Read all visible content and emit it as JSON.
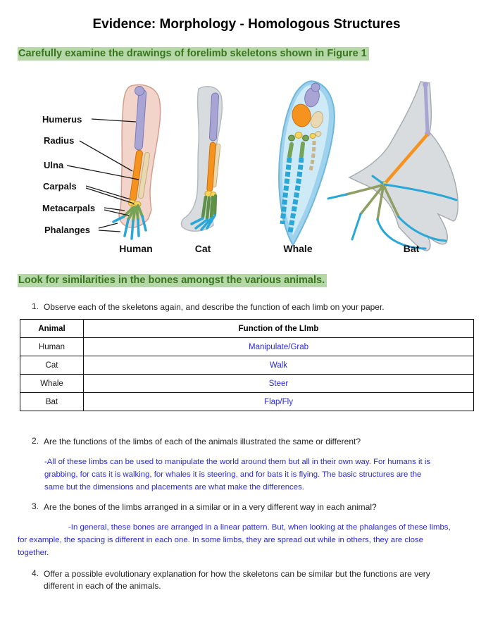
{
  "page": {
    "title": "Evidence: Morphology - Homologous Structures"
  },
  "headings": {
    "figure_instruction": "Carefully examine the drawings of forelimb skeletons shown in Figure 1",
    "similarities_instruction": "Look for similarities in the bones amongst the various animals."
  },
  "colors": {
    "highlight_green": "#b6d7a8",
    "heading_green": "#38761d",
    "answer_blue": "#2929dd"
  },
  "figure": {
    "bone_labels": [
      "Humerus",
      "Radius",
      "Ulna",
      "Carpals",
      "Metacarpals",
      "Phalanges"
    ],
    "animal_labels": [
      "Human",
      "Cat",
      "Whale",
      "Bat"
    ],
    "bone_colors": {
      "humerus": "#a8a5d5",
      "radius": "#f6921e",
      "ulna": "#ead9b0",
      "carpals": "#f8d35e",
      "metacarpals": "#76a355",
      "phalanges": "#29a7d7"
    }
  },
  "questions": {
    "q1": {
      "number": "1.",
      "text": "Observe each of the skeletons again, and describe the function of each limb on your paper."
    },
    "q2": {
      "number": "2.",
      "text": "Are the functions of the limbs of each of the animals illustrated the same or different?",
      "answer": "-All of these limbs can be used to manipulate the world around them but all in their own way. For humans it is\ngrabbing, for cats it is walking, for whales it is steering, and for bats it is flying. The basic structures are the\nsame but the dimensions and placements are what make the differences."
    },
    "q3": {
      "number": "3.",
      "text": "Are the bones of the limbs arranged in a similar or in a very different way in each animal?",
      "answer": "-In general, these bones are arranged in a linear pattern. But, when looking at the phalanges of these limbs,\nfor example, the spacing is different in each one. In some limbs, they are spread out while in others, they are close\ntogether."
    },
    "q4": {
      "number": "4.",
      "text": "Offer a possible evolutionary explanation for how the skeletons can be similar but the functions are very\ndifferent in each of the animals."
    }
  },
  "table": {
    "headers": [
      "Animal",
      "Function of the LImb"
    ],
    "rows": [
      {
        "animal": "Human",
        "function": "Manipulate/Grab"
      },
      {
        "animal": "Cat",
        "function": "Walk"
      },
      {
        "animal": "Whale",
        "function": "Steer"
      },
      {
        "animal": "Bat",
        "function": "Flap/Fly"
      }
    ]
  }
}
